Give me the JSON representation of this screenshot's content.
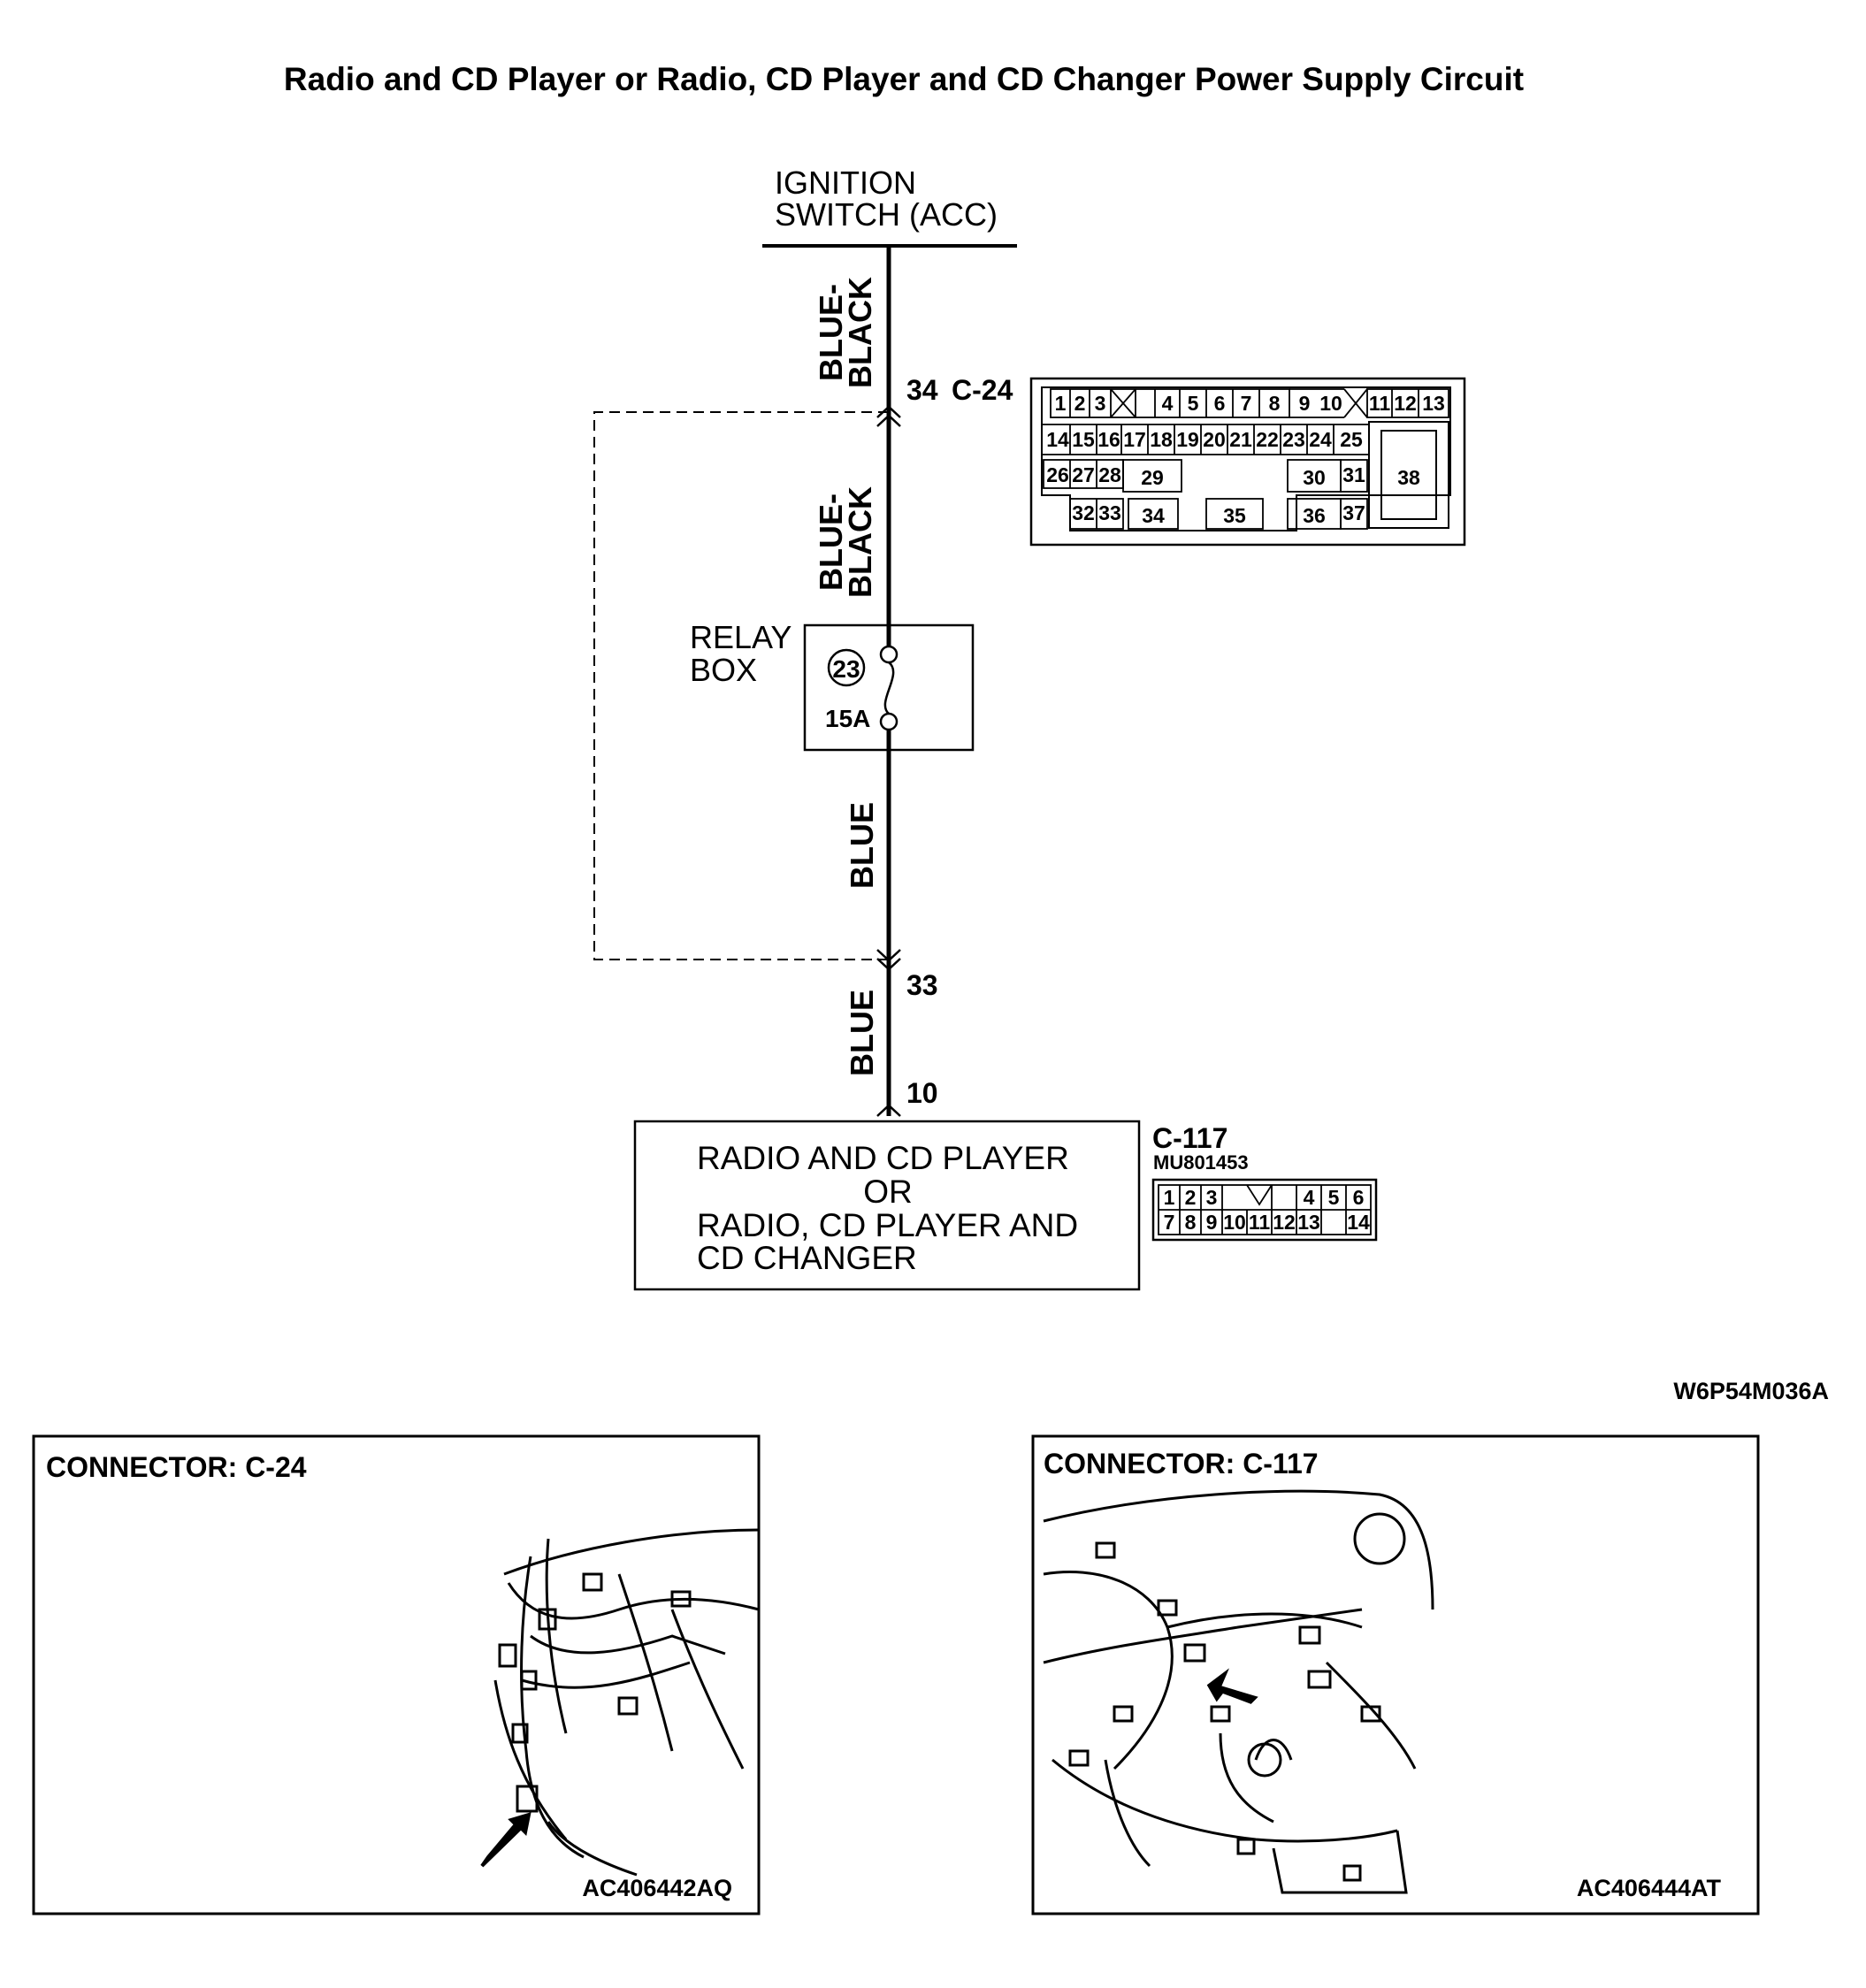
{
  "title": "Radio and CD Player or Radio, CD Player and CD Changer Power Supply Circuit",
  "ignition": {
    "line1": "IGNITION",
    "line2": "SWITCH (ACC)"
  },
  "wires": {
    "top": {
      "line1": "BLUE-",
      "line2": "BLACK"
    },
    "mid": {
      "line1": "BLUE-",
      "line2": "BLACK"
    },
    "lower": "BLUE",
    "bottom": "BLUE"
  },
  "terminals": {
    "t34": "34",
    "t33": "33",
    "t10": "10"
  },
  "connector_c24": {
    "name": "C-24",
    "row1": [
      "1",
      "2",
      "3",
      "4",
      "5",
      "6",
      "7",
      "8",
      "9",
      "10",
      "11",
      "12",
      "13"
    ],
    "row2": [
      "14",
      "15",
      "16",
      "17",
      "18",
      "19",
      "20",
      "21",
      "22",
      "23",
      "24",
      "25"
    ],
    "row3": [
      "26",
      "27",
      "28",
      "29",
      "30",
      "31",
      "38"
    ],
    "row4": [
      "32",
      "33",
      "34",
      "35",
      "36",
      "37"
    ]
  },
  "relay_box": {
    "line1": "RELAY",
    "line2": "BOX",
    "fuse_number": "23",
    "fuse_rating": "15A"
  },
  "radio_unit": {
    "line1": "RADIO AND CD PLAYER",
    "line2": "OR",
    "line3": "RADIO, CD PLAYER AND",
    "line4": "CD CHANGER"
  },
  "connector_c117": {
    "name": "C-117",
    "part": "MU801453",
    "row1": [
      "1",
      "2",
      "3",
      "4",
      "5",
      "6"
    ],
    "row2": [
      "7",
      "8",
      "9",
      "10",
      "11",
      "12",
      "13",
      "14"
    ]
  },
  "diagram_code": "W6P54M036A",
  "panel_left": {
    "title": "CONNECTOR: C-24",
    "code": "AC406442AQ"
  },
  "panel_right": {
    "title": "CONNECTOR: C-117",
    "code": "AC406444AT"
  }
}
